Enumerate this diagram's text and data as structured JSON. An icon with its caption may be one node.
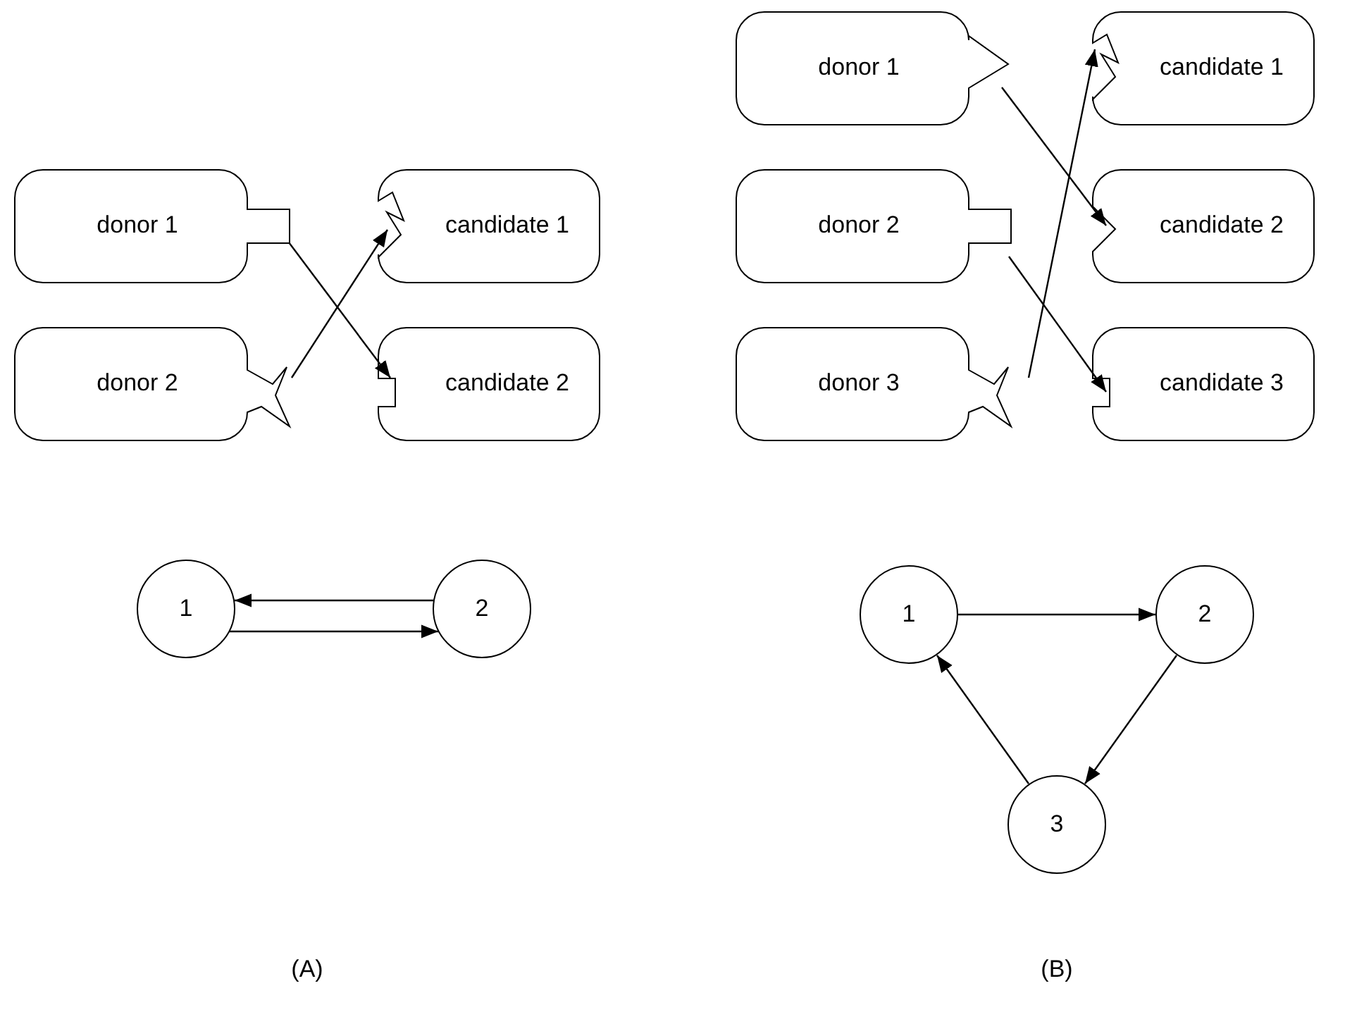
{
  "diagram": {
    "nodes": [
      {
        "text": [
          "donor 1"
        ]
      },
      {
        "text": [
          "donor 2"
        ]
      },
      {
        "text": [
          "candidate 1"
        ]
      },
      {
        "text": [
          "candidate 2"
        ]
      },
      {
        "text": [
          "donor 1"
        ]
      },
      {
        "text": [
          "donor 2"
        ]
      },
      {
        "text": [
          "donor 3"
        ]
      },
      {
        "text": [
          "candidate 1"
        ]
      },
      {
        "text": [
          "candidate 2"
        ]
      },
      {
        "text": [
          "candidate 3"
        ]
      },
      {
        "text": [
          "1"
        ]
      },
      {
        "text": [
          "2"
        ]
      },
      {
        "text": [
          "1"
        ]
      },
      {
        "text": [
          "2"
        ]
      },
      {
        "text": [
          "3"
        ]
      }
    ],
    "edges": [
      {
        "from": 0,
        "to": 3,
        "arrow": "to"
      },
      {
        "from": 1,
        "to": 2,
        "arrow": "to"
      },
      {
        "from": 4,
        "to": 8,
        "arrow": "to"
      },
      {
        "from": 5,
        "to": 9,
        "arrow": "to"
      },
      {
        "from": 6,
        "to": 7,
        "arrow": "to"
      },
      {
        "from": 11,
        "to": 10,
        "arrow": "to"
      },
      {
        "from": 10,
        "to": 11,
        "arrow": "to"
      },
      {
        "from": 12,
        "to": 13,
        "arrow": "to"
      },
      {
        "from": 13,
        "to": 14,
        "arrow": "to"
      },
      {
        "from": 14,
        "to": 12,
        "arrow": "to"
      }
    ],
    "labels": [
      "(A)",
      "(B)"
    ]
  }
}
